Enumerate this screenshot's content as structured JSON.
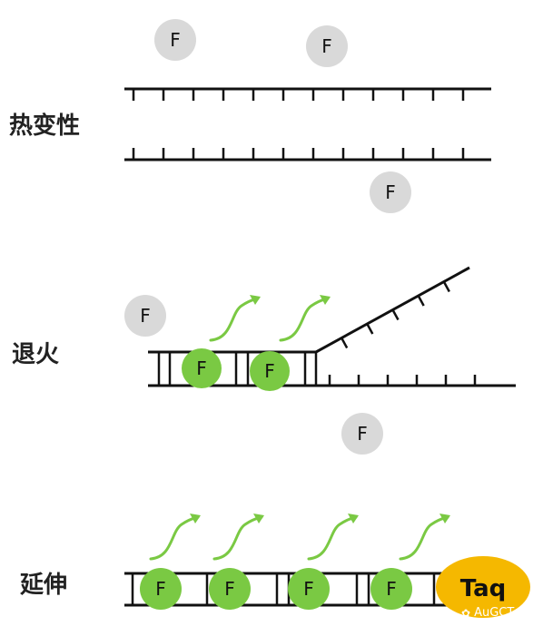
{
  "steps": [
    {
      "label": "热变性"
    },
    {
      "label": "退火"
    },
    {
      "label": "延伸"
    }
  ],
  "fluor_label": "F",
  "polymerase_label": "Taq",
  "watermark": "AuGCT",
  "watermark_icon": "wechat-icon",
  "colors": {
    "strand": "#111111",
    "free_fluor_fill": "#d9d9d9",
    "quenched_fluor_fill": "#7ac943",
    "arrow": "#7ac943",
    "taq_fill": "#f5b800"
  }
}
